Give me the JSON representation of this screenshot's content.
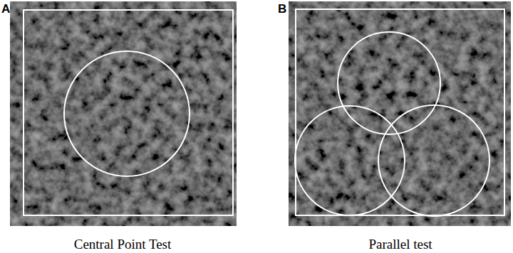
{
  "diagram": {
    "labels": [
      "A",
      "B",
      "Central Point Test",
      "Parallel test"
    ]
  }
}
